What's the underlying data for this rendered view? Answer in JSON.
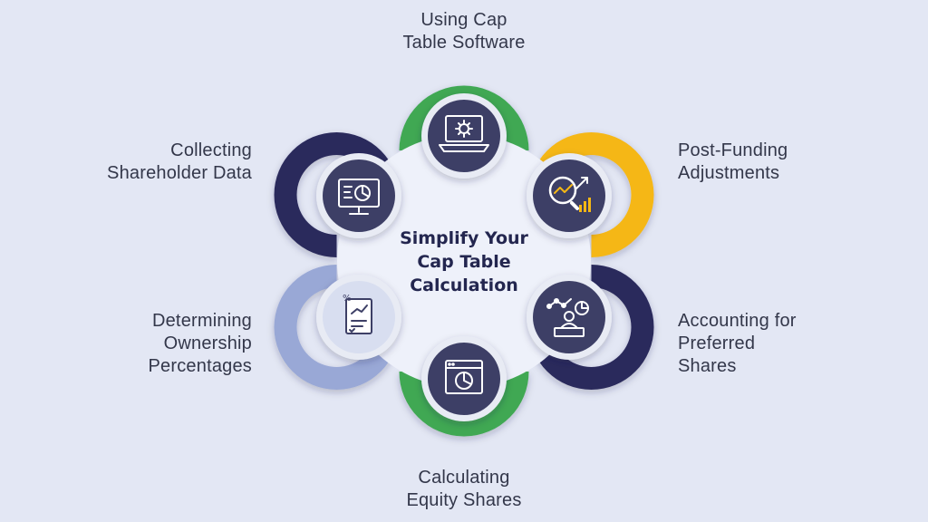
{
  "title_lines": [
    "Simplify Your",
    "Cap Table",
    "Calculation"
  ],
  "steps": [
    {
      "id": "software",
      "lines": [
        "Using Cap",
        "Table Software"
      ],
      "color": "#3fa853",
      "icon": "laptop-gear-icon"
    },
    {
      "id": "post-funding",
      "lines": [
        "Post-Funding",
        "Adjustments"
      ],
      "color": "#f5b714",
      "icon": "magnifier-chart-icon"
    },
    {
      "id": "preferred",
      "lines": [
        "Accounting for",
        "Preferred",
        "Shares"
      ],
      "color": "#2b2a5c",
      "icon": "presenter-chart-icon"
    },
    {
      "id": "equity",
      "lines": [
        "Calculating",
        "Equity Shares"
      ],
      "color": "#3fa853",
      "icon": "browser-pie-chart-icon"
    },
    {
      "id": "ownership",
      "lines": [
        "Determining",
        "Ownership",
        "Percentages"
      ],
      "color": "#99a8d6",
      "icon": "report-document-icon"
    },
    {
      "id": "shareholder",
      "lines": [
        "Collecting",
        "Shareholder Data"
      ],
      "color": "#2b2a5c",
      "icon": "monitor-pie-chart-icon"
    }
  ],
  "colors": {
    "background": "#e3e7f4",
    "icon_disc": "#3d3f66",
    "ring": "#e8ebf4",
    "center": "#eef1fa",
    "title": "#23264f",
    "label": "#33374a"
  }
}
